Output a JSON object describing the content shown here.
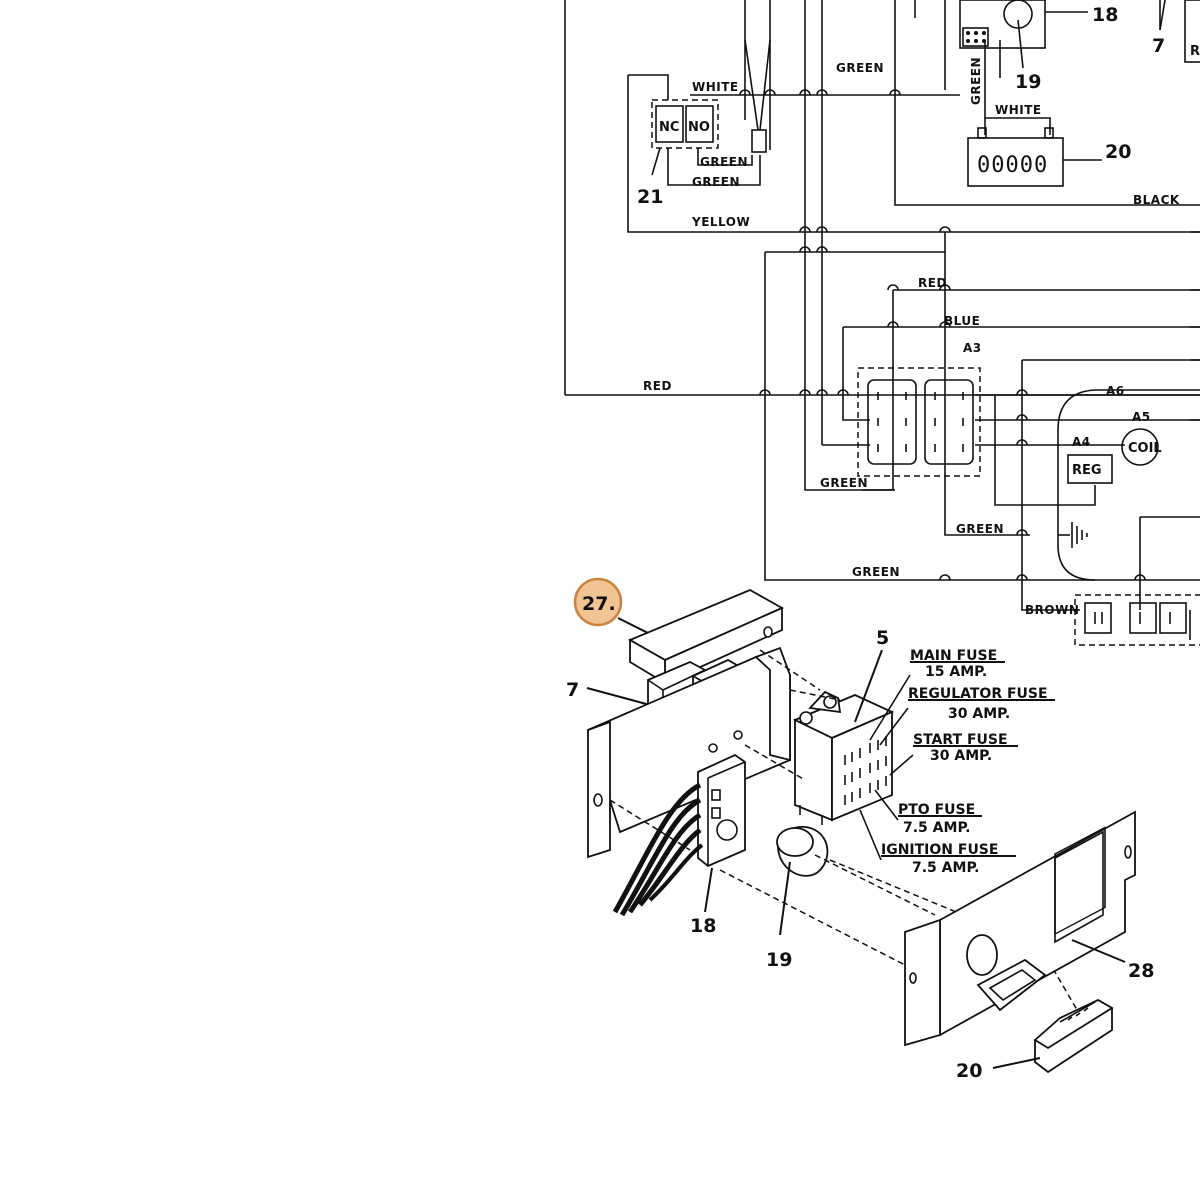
{
  "colors": {
    "ink": "#111111",
    "background": "#ffffff",
    "callout_fill": "#f2c393",
    "callout_stroke": "#c9823f"
  },
  "wire_labels": {
    "green_top": "GREEN",
    "white_left": "WHITE",
    "green_relay_a": "GREEN",
    "green_relay_b": "GREEN",
    "yellow": "YELLOW",
    "green_vertical": "GREEN",
    "white_right": "WHITE",
    "black": "BLACK",
    "red_upper": "RED",
    "blue": "BLUE",
    "red_left": "RED",
    "a6": "A6",
    "green_connector": "GREEN",
    "green_mid": "GREEN",
    "green_bottom": "GREEN",
    "brown": "BROWN"
  },
  "components": {
    "nc": "NC",
    "no": "NO",
    "a3": "A3",
    "a4": "A4",
    "a5": "A5",
    "reg": "REG",
    "coil": "COIL",
    "hour_meter_digits": "00000"
  },
  "callouts": {
    "c18_top": "18",
    "c7_top": "7",
    "c19_top": "19",
    "c20_top": "20",
    "c21": "21",
    "c27": "27.",
    "c7": "7",
    "c5": "5",
    "c18": "18",
    "c19": "19",
    "c28": "28",
    "c20": "20"
  },
  "fuses": [
    {
      "name": "MAIN FUSE",
      "rating": "15 AMP."
    },
    {
      "name": "REGULATOR FUSE",
      "rating": "30 AMP."
    },
    {
      "name": "START FUSE",
      "rating": "30 AMP."
    },
    {
      "name": "PTO FUSE",
      "rating": "7.5 AMP."
    },
    {
      "name": "IGNITION FUSE",
      "rating": "7.5 AMP."
    }
  ]
}
